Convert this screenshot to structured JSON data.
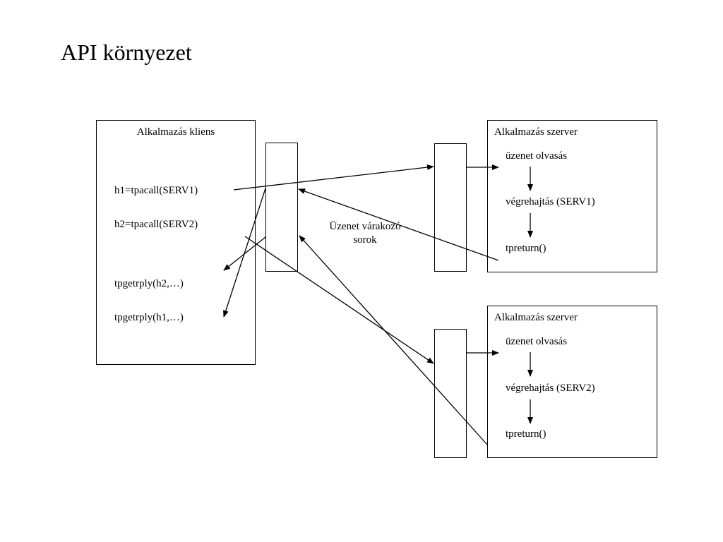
{
  "title": "API környezet",
  "client": {
    "title": "Alkalmazás kliens",
    "calls": [
      "h1=tpacall(SERV1)",
      "h2=tpacall(SERV2)"
    ],
    "replies": [
      "tpgetrply(h2,…)",
      "tpgetrply(h1,…)"
    ]
  },
  "queue_label": "Üzenet várakozó sorok",
  "servers": [
    {
      "title": "Alkalmazás szerver",
      "steps": [
        "üzenet olvasás",
        "végrehajtás (SERV1)",
        "tpreturn()"
      ]
    },
    {
      "title": "Alkalmazás szerver",
      "steps": [
        "üzenet olvasás",
        "végrehajtás (SERV2)",
        "tpreturn()"
      ]
    }
  ]
}
